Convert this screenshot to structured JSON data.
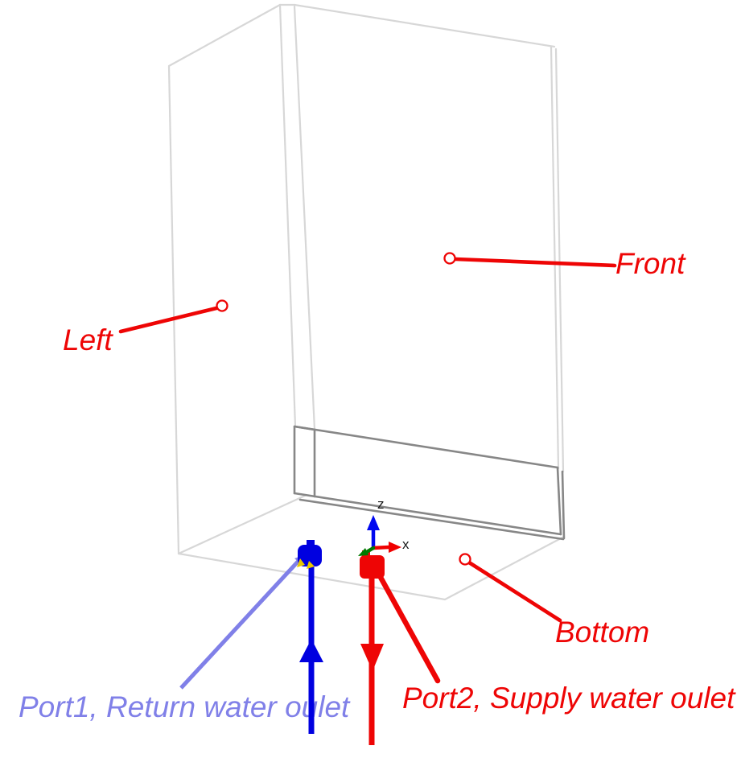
{
  "labels": {
    "front": "Front",
    "left": "Left",
    "bottom": "Bottom",
    "port1": "Port1, Return water oulet",
    "port2": "Port2, Supply water oulet"
  },
  "axis_triad": {
    "z_label": "z",
    "x_label": "x"
  },
  "colors": {
    "annotation_red": "#ee0505",
    "port1_label_blue": "#8080e8",
    "port_blue": "#0000e0",
    "axis_blue": "#0008f0",
    "axis_red": "#f00000",
    "axis_green": "#007a00",
    "axis_label_dark": "#1a1a1a",
    "box_edge_gray": "#d7d7d7",
    "panel_edge_gray": "#878787",
    "port_marker_yellow": "#e8c800",
    "circle_fill": "#ffffff"
  }
}
